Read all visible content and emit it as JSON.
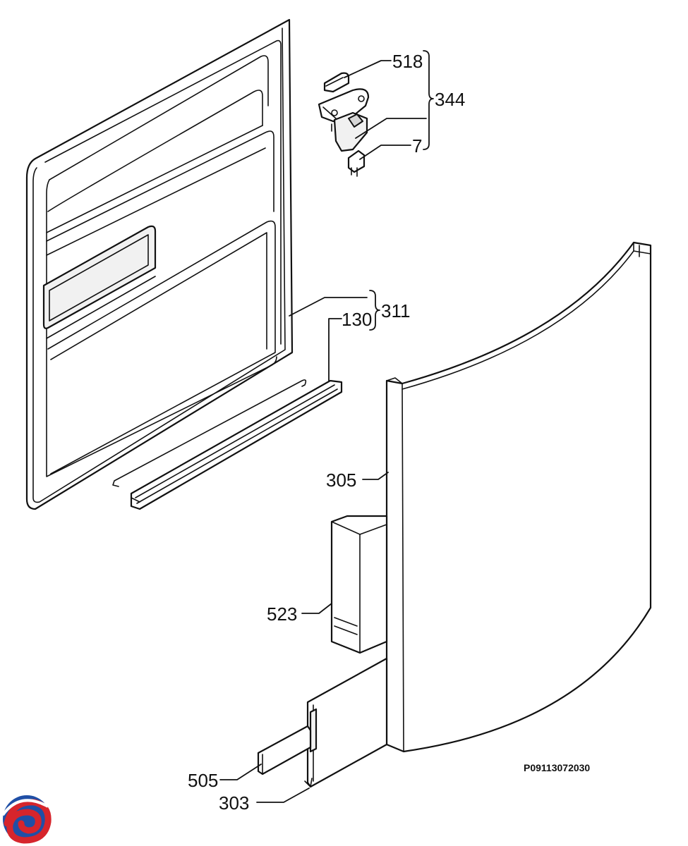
{
  "labels": {
    "p518": "518",
    "p344": "344",
    "p7": "7",
    "p311": "311",
    "p130": "130",
    "p305": "305",
    "p523": "523",
    "p505": "505",
    "p303": "303"
  },
  "drawing_code": "P09113072030",
  "logo": {
    "icon": "swirl-logo-icon",
    "colors": {
      "blue": "#1f4fa6",
      "red": "#d6252c"
    }
  }
}
